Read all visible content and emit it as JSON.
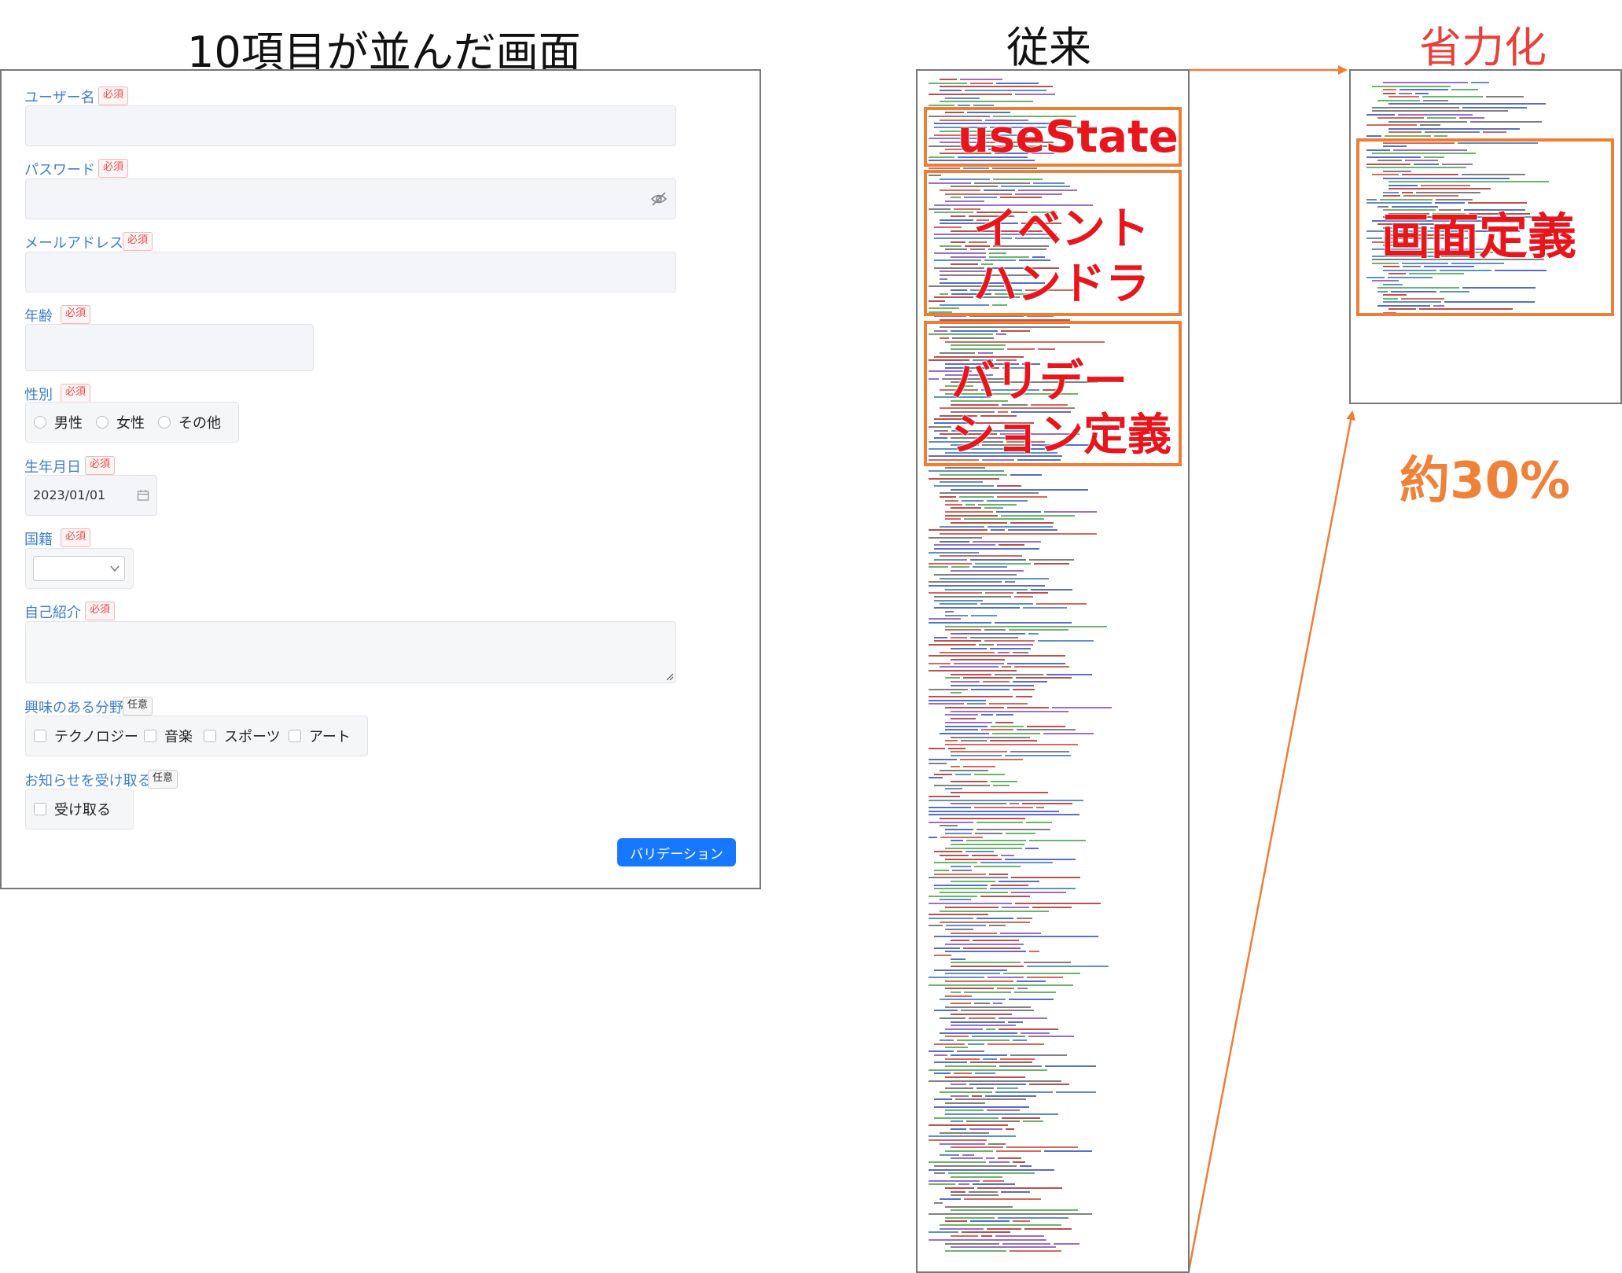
{
  "headings": {
    "form_title": "10項目が並んだ画面",
    "before": "従来",
    "after": "省力化",
    "reduction": "約30%"
  },
  "form": {
    "username": {
      "label": "ユーザー名",
      "badge": "必須"
    },
    "password": {
      "label": "パスワード",
      "badge": "必須"
    },
    "email": {
      "label": "メールアドレス",
      "badge": "必須"
    },
    "age": {
      "label": "年齢",
      "badge": "必須"
    },
    "gender": {
      "label": "性別",
      "badge": "必須",
      "options": [
        "男性",
        "女性",
        "その他"
      ]
    },
    "birthdate": {
      "label": "生年月日",
      "badge": "必須",
      "value": "2023/01/01"
    },
    "nationality": {
      "label": "国籍",
      "badge": "必須"
    },
    "intro": {
      "label": "自己紹介",
      "badge": "必須"
    },
    "interests": {
      "label": "興味のある分野",
      "badge": "任意",
      "options": [
        "テクノロジー",
        "音楽",
        "スポーツ",
        "アート"
      ]
    },
    "newsletter": {
      "label": "お知らせを受け取る",
      "badge": "任意",
      "option": "受け取る"
    },
    "submit_label": "バリデーション"
  },
  "code_before": {
    "sections": {
      "state": "useState",
      "handlers_1": "イベント",
      "handlers_2": "ハンドラ",
      "validation_1": "バリデー",
      "validation_2": "ション定義"
    }
  },
  "code_after": {
    "sections": {
      "screen": "画面定義"
    }
  },
  "colors": {
    "accent_orange": "#ee7d35",
    "label_red": "#e8161c",
    "button_blue": "#1677ff",
    "form_label_blue": "#3d7ecf"
  }
}
